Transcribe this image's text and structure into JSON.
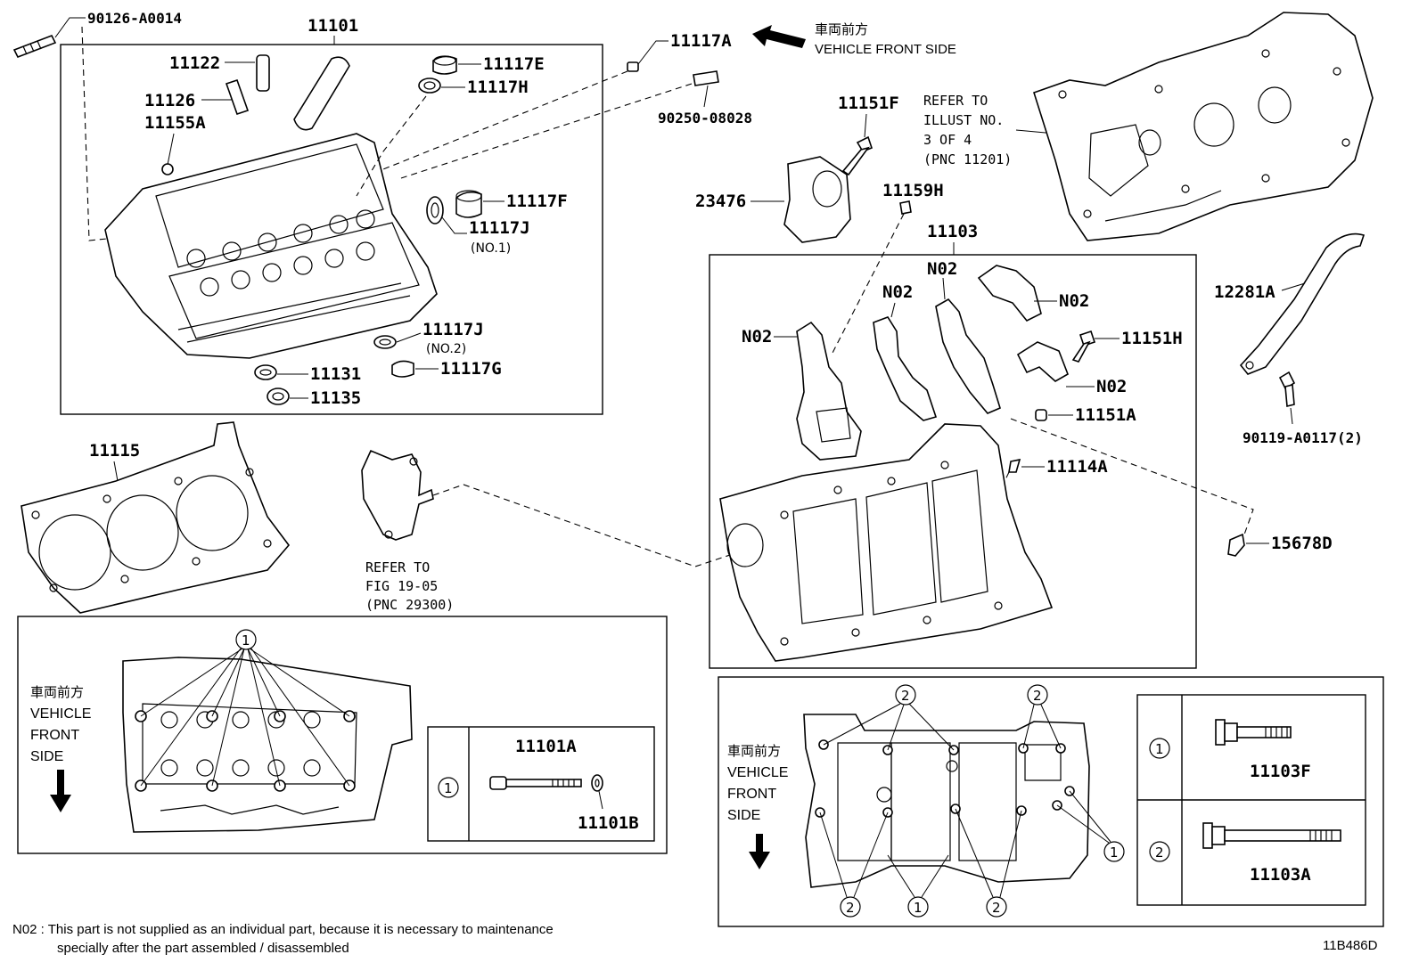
{
  "parts": {
    "p90126": "90126-A0014",
    "p11101": "11101",
    "p11122": "11122",
    "p11126": "11126",
    "p11155A": "11155A",
    "p11117A": "11117A",
    "p11117E": "11117E",
    "p11117H": "11117H",
    "p90250": "90250-08028",
    "p11117F": "11117F",
    "p11117J1": "11117J",
    "p11117J1_sub": "(NO.1)",
    "p11117J2": "11117J",
    "p11117J2_sub": "(NO.2)",
    "p11117G": "11117G",
    "p11131": "11131",
    "p11135": "11135",
    "p11115": "11115",
    "p11151F": "11151F",
    "p23476": "23476",
    "p11159H": "11159H",
    "p11103": "11103",
    "p12281A": "12281A",
    "p11151H": "11151H",
    "p11151A": "11151A",
    "p11114A": "11114A",
    "p90119": "90119-A0117(2)",
    "p15678D": "15678D",
    "p11101A": "11101A",
    "p11101B": "11101B",
    "p11103F": "11103F",
    "p11103A": "11103A",
    "n02": "N02"
  },
  "header": {
    "front_jp": "車両前方",
    "front_en": "VEHICLE FRONT SIDE"
  },
  "refs": {
    "refer1_l1": "REFER TO",
    "refer1_l2": "ILLUST NO.",
    "refer1_l3": "3 OF 4",
    "refer1_l4": "(PNC 11201)",
    "refer2_l1": "REFER TO",
    "refer2_l2": "FIG 19-05",
    "refer2_l3": "(PNC 29300)"
  },
  "side_labels": {
    "jp": "車両前方",
    "l1": "VEHICLE",
    "l2": "FRONT",
    "l3": "SIDE"
  },
  "callouts": {
    "one": "1",
    "two": "2"
  },
  "footnote": {
    "line1": "N02 : This part is not supplied as an individual part, because it is necessary to maintenance",
    "line2": "specially after the part assembled / disassembled"
  },
  "figure_id": "11B486D"
}
